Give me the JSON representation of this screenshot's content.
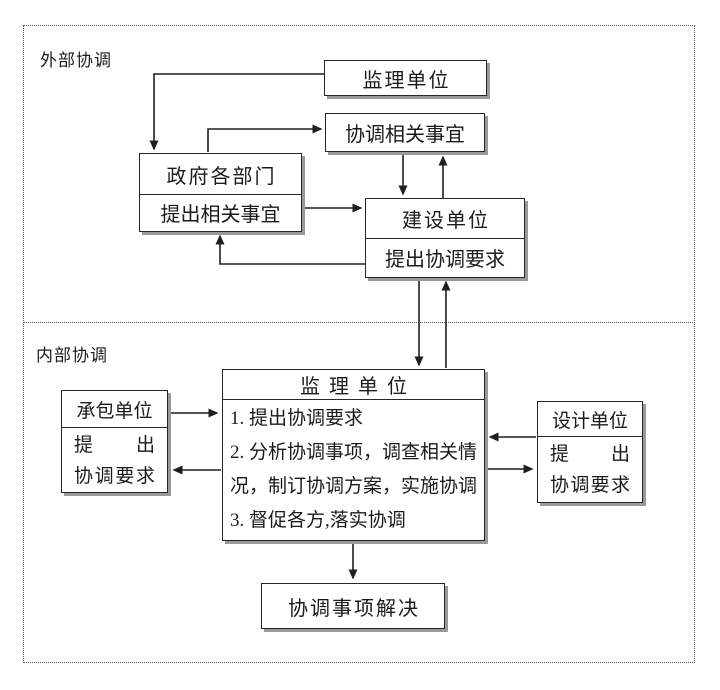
{
  "colors": {
    "background": "#ffffff",
    "line": "#1f1f1f",
    "box_border": "#262626",
    "box_shadow": "#9a9a9a",
    "dotted_border": "#555555",
    "text": "#1b1b1b"
  },
  "sections": {
    "external_label": "外部协调",
    "internal_label": "内部协调"
  },
  "boxes": {
    "supervision_top": {
      "title": "监理单位"
    },
    "coordination_matters": {
      "title": "协调相关事宜"
    },
    "government": {
      "title": "政府各部门",
      "note": "提出相关事宜"
    },
    "construction": {
      "title": "建设单位",
      "note": "提出协调要求"
    },
    "supervision_center": {
      "title": "监理单位",
      "items": [
        "1. 提出协调要求",
        "2. 分析协调事项，调查相关情",
        "况，制订协调方案，实施协调",
        "3. 督促各方,落实协调"
      ]
    },
    "contractor": {
      "title": "承包单位",
      "note_line1": "提出",
      "note_line2": "协调要求"
    },
    "design": {
      "title": "设计单位",
      "note_line1": "提出",
      "note_line2": "协调要求"
    },
    "resolution": {
      "title": "协调事项解决"
    }
  }
}
